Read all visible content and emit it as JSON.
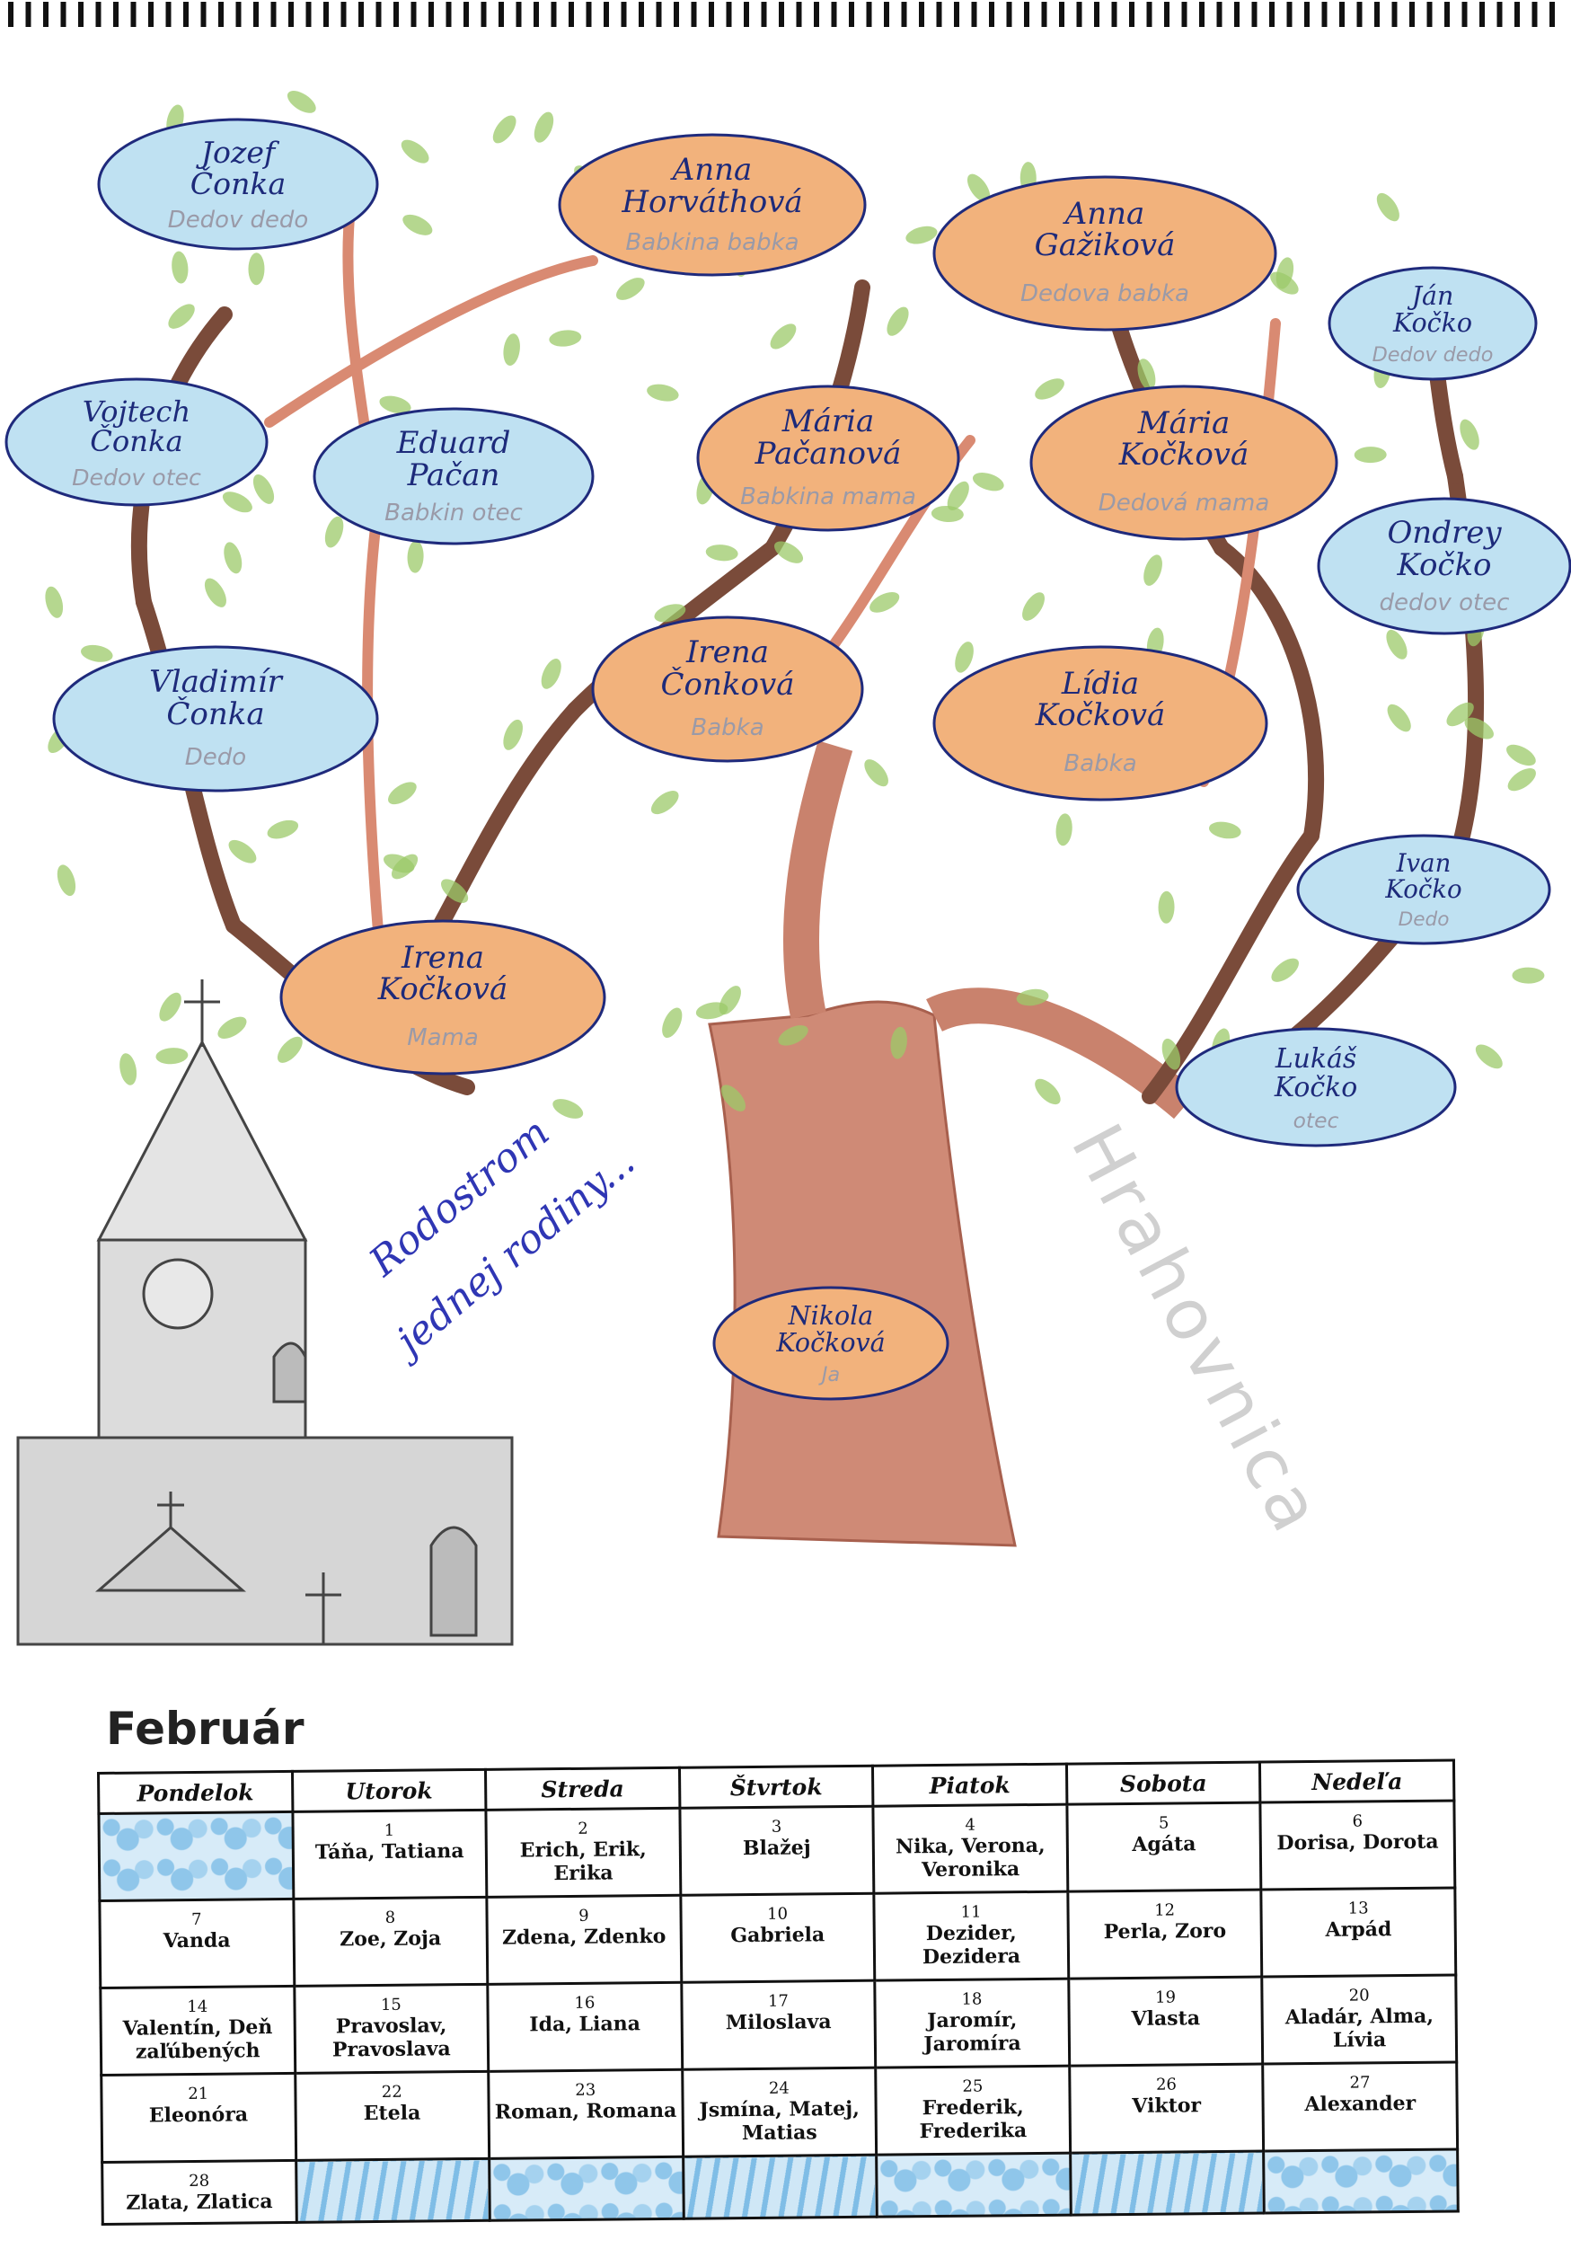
{
  "family_tree": {
    "title_line1": "Rodostrom",
    "title_line2": "jednej rodiny...",
    "village": "Hrahovnica",
    "members": [
      {
        "id": "jozef",
        "name1": "Jozef",
        "name2": "Čonka",
        "relation": "Dedov dedo"
      },
      {
        "id": "anna-h",
        "name1": "Anna",
        "name2": "Horváthová",
        "relation": "Babkina babka"
      },
      {
        "id": "anna-g",
        "name1": "Anna",
        "name2": "Gažiková",
        "relation": "Dedova babka"
      },
      {
        "id": "jan",
        "name1": "Ján",
        "name2": "Kočko",
        "relation": "Dedov dedo"
      },
      {
        "id": "vojtech",
        "name1": "Vojtech",
        "name2": "Čonka",
        "relation": "Dedov otec"
      },
      {
        "id": "eduard",
        "name1": "Eduard",
        "name2": "Pačan",
        "relation": "Babkin otec"
      },
      {
        "id": "maria-p",
        "name1": "Mária",
        "name2": "Pačanová",
        "relation": "Babkina mama"
      },
      {
        "id": "maria-k",
        "name1": "Mária",
        "name2": "Kočková",
        "relation": "Dedová mama"
      },
      {
        "id": "ondrej",
        "name1": "Ondrey",
        "name2": "Kočko",
        "relation": "dedov otec"
      },
      {
        "id": "vladimir",
        "name1": "Vladimír",
        "name2": "Čonka",
        "relation": "Dedo"
      },
      {
        "id": "irena-c",
        "name1": "Irena",
        "name2": "Čonková",
        "relation": "Babka"
      },
      {
        "id": "lidia",
        "name1": "Lídia",
        "name2": "Kočková",
        "relation": "Babka"
      },
      {
        "id": "ivan",
        "name1": "Ivan",
        "name2": "Kočko",
        "relation": "Dedo"
      },
      {
        "id": "irena-k",
        "name1": "Irena",
        "name2": "Kočková",
        "relation": "Mama"
      },
      {
        "id": "lukas",
        "name1": "Lukáš",
        "name2": "Kočko",
        "relation": "otec"
      },
      {
        "id": "nikola",
        "name1": "Nikola",
        "name2": "Kočková",
        "relation": "Ja"
      }
    ]
  },
  "calendar": {
    "month": "Február",
    "weekdays": [
      "Pondelok",
      "Utorok",
      "Streda",
      "Štvrtok",
      "Piatok",
      "Sobota",
      "Nedeľa"
    ],
    "weeks": [
      [
        null,
        {
          "d": "1",
          "n": "Táňa, Tatiana"
        },
        {
          "d": "2",
          "n": "Erich, Erik, Erika"
        },
        {
          "d": "3",
          "n": "Blažej"
        },
        {
          "d": "4",
          "n": "Nika, Verona, Veronika"
        },
        {
          "d": "5",
          "n": "Agáta"
        },
        {
          "d": "6",
          "n": "Dorisa, Dorota"
        }
      ],
      [
        {
          "d": "7",
          "n": "Vanda"
        },
        {
          "d": "8",
          "n": "Zoe, Zoja"
        },
        {
          "d": "9",
          "n": "Zdena, Zdenko"
        },
        {
          "d": "10",
          "n": "Gabriela"
        },
        {
          "d": "11",
          "n": "Dezider, Dezidera"
        },
        {
          "d": "12",
          "n": "Perla, Zoro"
        },
        {
          "d": "13",
          "n": "Arpád"
        }
      ],
      [
        {
          "d": "14",
          "n": "Valentín, Deň zaľúbených"
        },
        {
          "d": "15",
          "n": "Pravoslav, Pravoslava"
        },
        {
          "d": "16",
          "n": "Ida, Liana"
        },
        {
          "d": "17",
          "n": "Miloslava"
        },
        {
          "d": "18",
          "n": "Jaromír, Jaromíra"
        },
        {
          "d": "19",
          "n": "Vlasta"
        },
        {
          "d": "20",
          "n": "Aladár, Alma, Lívia"
        }
      ],
      [
        {
          "d": "21",
          "n": "Eleonóra"
        },
        {
          "d": "22",
          "n": "Etela"
        },
        {
          "d": "23",
          "n": "Roman, Romana"
        },
        {
          "d": "24",
          "n": "Jsmína, Matej, Matias"
        },
        {
          "d": "25",
          "n": "Frederik, Frederika"
        },
        {
          "d": "26",
          "n": "Viktor"
        },
        {
          "d": "27",
          "n": "Alexander"
        }
      ],
      [
        {
          "d": "28",
          "n": "Zlata, Zlatica"
        },
        null,
        null,
        null,
        null,
        null,
        null
      ]
    ]
  },
  "colors": {
    "blue_oval": "#bfe1f2",
    "orange_oval": "#f2b27c",
    "outline": "#1f2a7c",
    "trunk": "#c9826d",
    "branch": "#7a4b3a",
    "leaf": "#9cc96a"
  }
}
